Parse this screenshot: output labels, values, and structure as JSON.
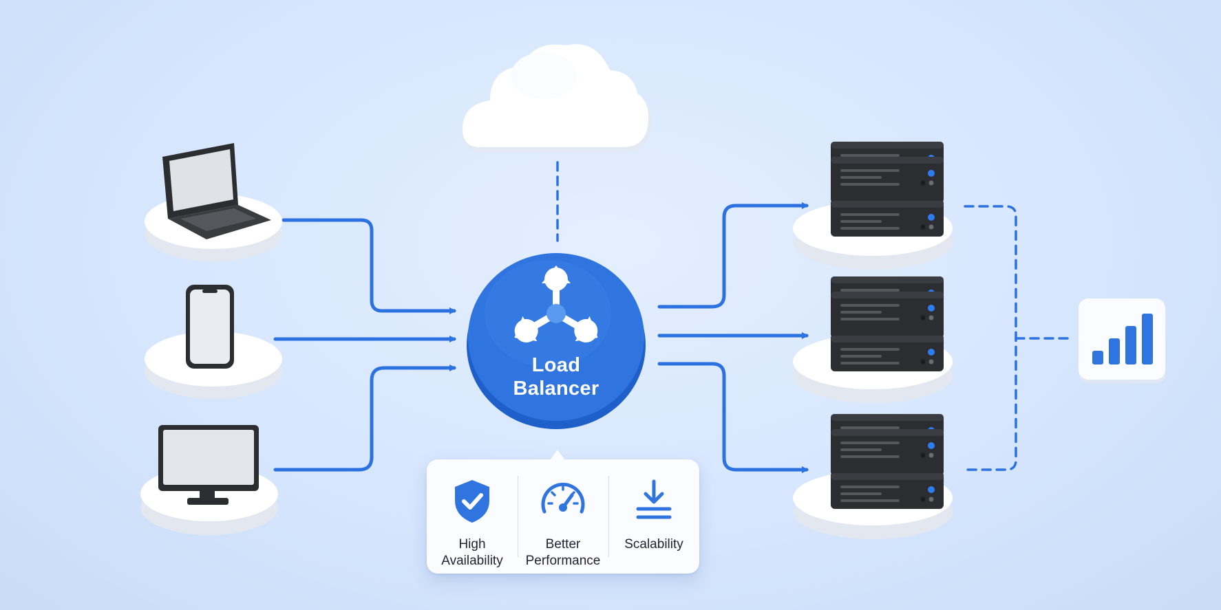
{
  "diagram": {
    "central_node": {
      "label": "Load\nBalancer",
      "icon": "distribution-arrows-icon",
      "color": "#2f74df"
    },
    "internet_source": {
      "icon": "cloud-icon"
    },
    "clients": [
      {
        "icon": "laptop-icon"
      },
      {
        "icon": "smartphone-icon"
      },
      {
        "icon": "desktop-monitor-icon"
      }
    ],
    "servers": [
      {
        "icon": "server-stack-icon"
      },
      {
        "icon": "server-stack-icon"
      },
      {
        "icon": "server-stack-icon"
      }
    ],
    "monitoring": {
      "icon": "bar-chart-icon"
    },
    "benefits": [
      {
        "label": "High\nAvailability",
        "icon": "shield-check-icon"
      },
      {
        "label": "Better\nPerformance",
        "icon": "speedometer-icon"
      },
      {
        "label": "Scalability",
        "icon": "scale-download-icon"
      }
    ],
    "colors": {
      "accent": "#2f74df",
      "connector": "#2b71e0",
      "server": "#2b2d31",
      "background": "#d6e6fd"
    }
  }
}
